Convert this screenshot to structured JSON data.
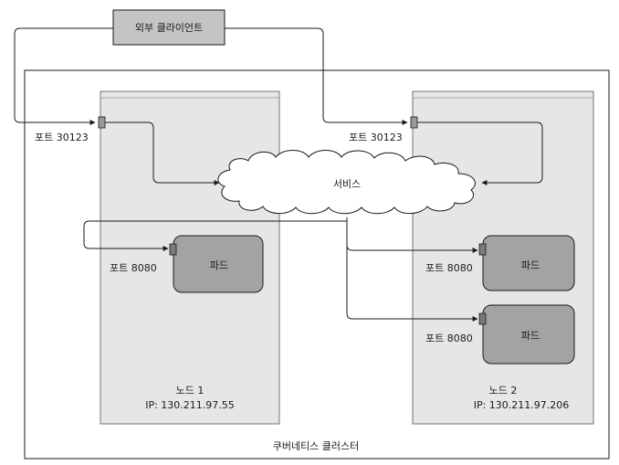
{
  "external_client": {
    "label": "외부 클라이언트"
  },
  "cluster": {
    "label": "쿠버네티스 클러스터"
  },
  "service": {
    "label": "서비스"
  },
  "nodes": [
    {
      "name": "노드 1",
      "ip": "IP: 130.211.97.55",
      "node_port": "포트 30123",
      "pods": [
        {
          "label": "파드",
          "port": "포트 8080"
        }
      ]
    },
    {
      "name": "노드 2",
      "ip": "IP: 130.211.97.206",
      "node_port": "포트 30123",
      "pods": [
        {
          "label": "파드",
          "port": "포트 8080"
        },
        {
          "label": "파드",
          "port": "포트 8080"
        }
      ]
    }
  ],
  "colors": {
    "node_fill": "#e6e6e6",
    "pod_fill": "#a3a3a3",
    "client_fill": "#c4c4c4",
    "line": "#1a1a1a"
  }
}
